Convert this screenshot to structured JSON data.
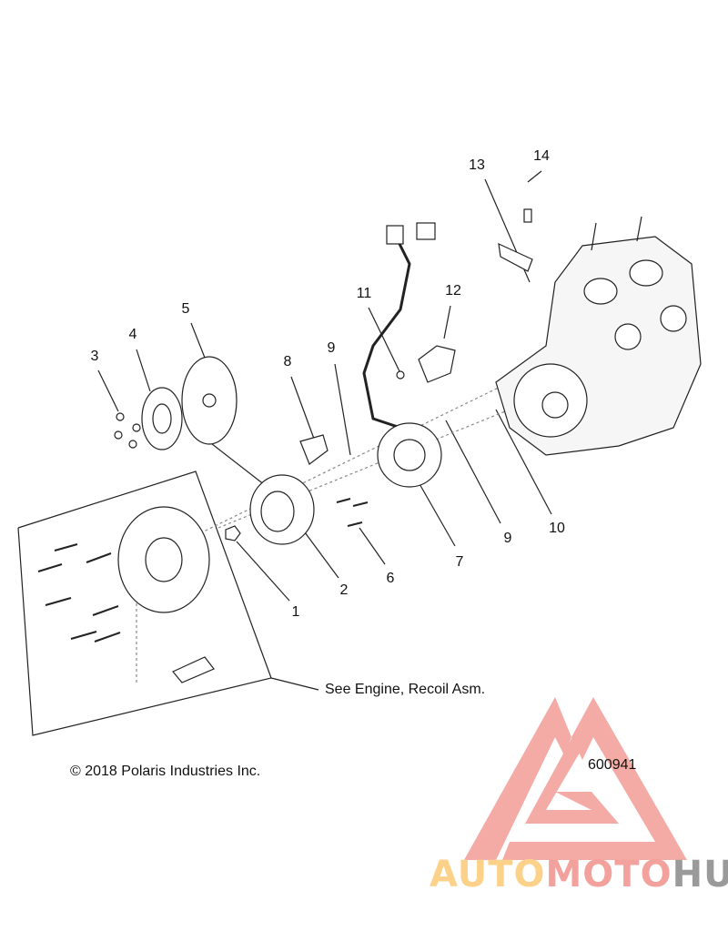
{
  "diagram": {
    "callouts": [
      {
        "id": "c13",
        "label": "13"
      },
      {
        "id": "c14",
        "label": "14"
      },
      {
        "id": "c11",
        "label": "11"
      },
      {
        "id": "c12",
        "label": "12"
      },
      {
        "id": "c5",
        "label": "5"
      },
      {
        "id": "c4",
        "label": "4"
      },
      {
        "id": "c3",
        "label": "3"
      },
      {
        "id": "c8",
        "label": "8"
      },
      {
        "id": "c9a",
        "label": "9"
      },
      {
        "id": "c9b",
        "label": "9"
      },
      {
        "id": "c10",
        "label": "10"
      },
      {
        "id": "c7",
        "label": "7"
      },
      {
        "id": "c6",
        "label": "6"
      },
      {
        "id": "c2",
        "label": "2"
      },
      {
        "id": "c1",
        "label": "1"
      }
    ],
    "recoil_note": "See Engine, Recoil Asm.",
    "copyright": "© 2018 Polaris Industries Inc.",
    "figure_number": "600941"
  },
  "watermark": {
    "brand": "AUTOMOTOHUB",
    "parts": [
      "AUTO",
      "MOTO",
      "HUB"
    ],
    "colors": {
      "auto": "#fcd28a",
      "moto": "#f3a19c",
      "hub": "#9a9a9a"
    }
  }
}
